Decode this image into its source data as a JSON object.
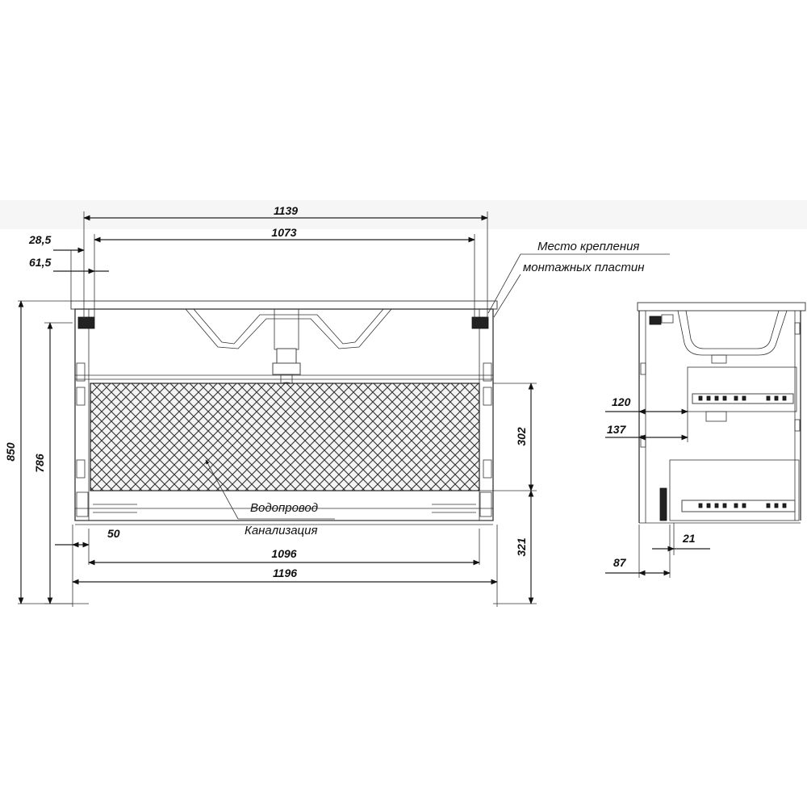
{
  "front_view": {
    "dims": {
      "width_top": "1139",
      "width_inner": "1073",
      "offset_a": "28,5",
      "offset_b": "61,5",
      "height_total": "850",
      "height_cabinet": "786",
      "zone_height": "302",
      "zone_bottom": "321",
      "left_offset": "50",
      "width_bottom_inner": "1096",
      "width_bottom": "1196"
    },
    "notes": {
      "mounting_line1": "Место крепления",
      "mounting_line2": "монтажных пластин",
      "water": "Водопровод",
      "sewer": "Канализация"
    }
  },
  "side_view": {
    "dims": {
      "d120": "120",
      "d137": "137",
      "d21": "21",
      "d87": "87"
    }
  }
}
